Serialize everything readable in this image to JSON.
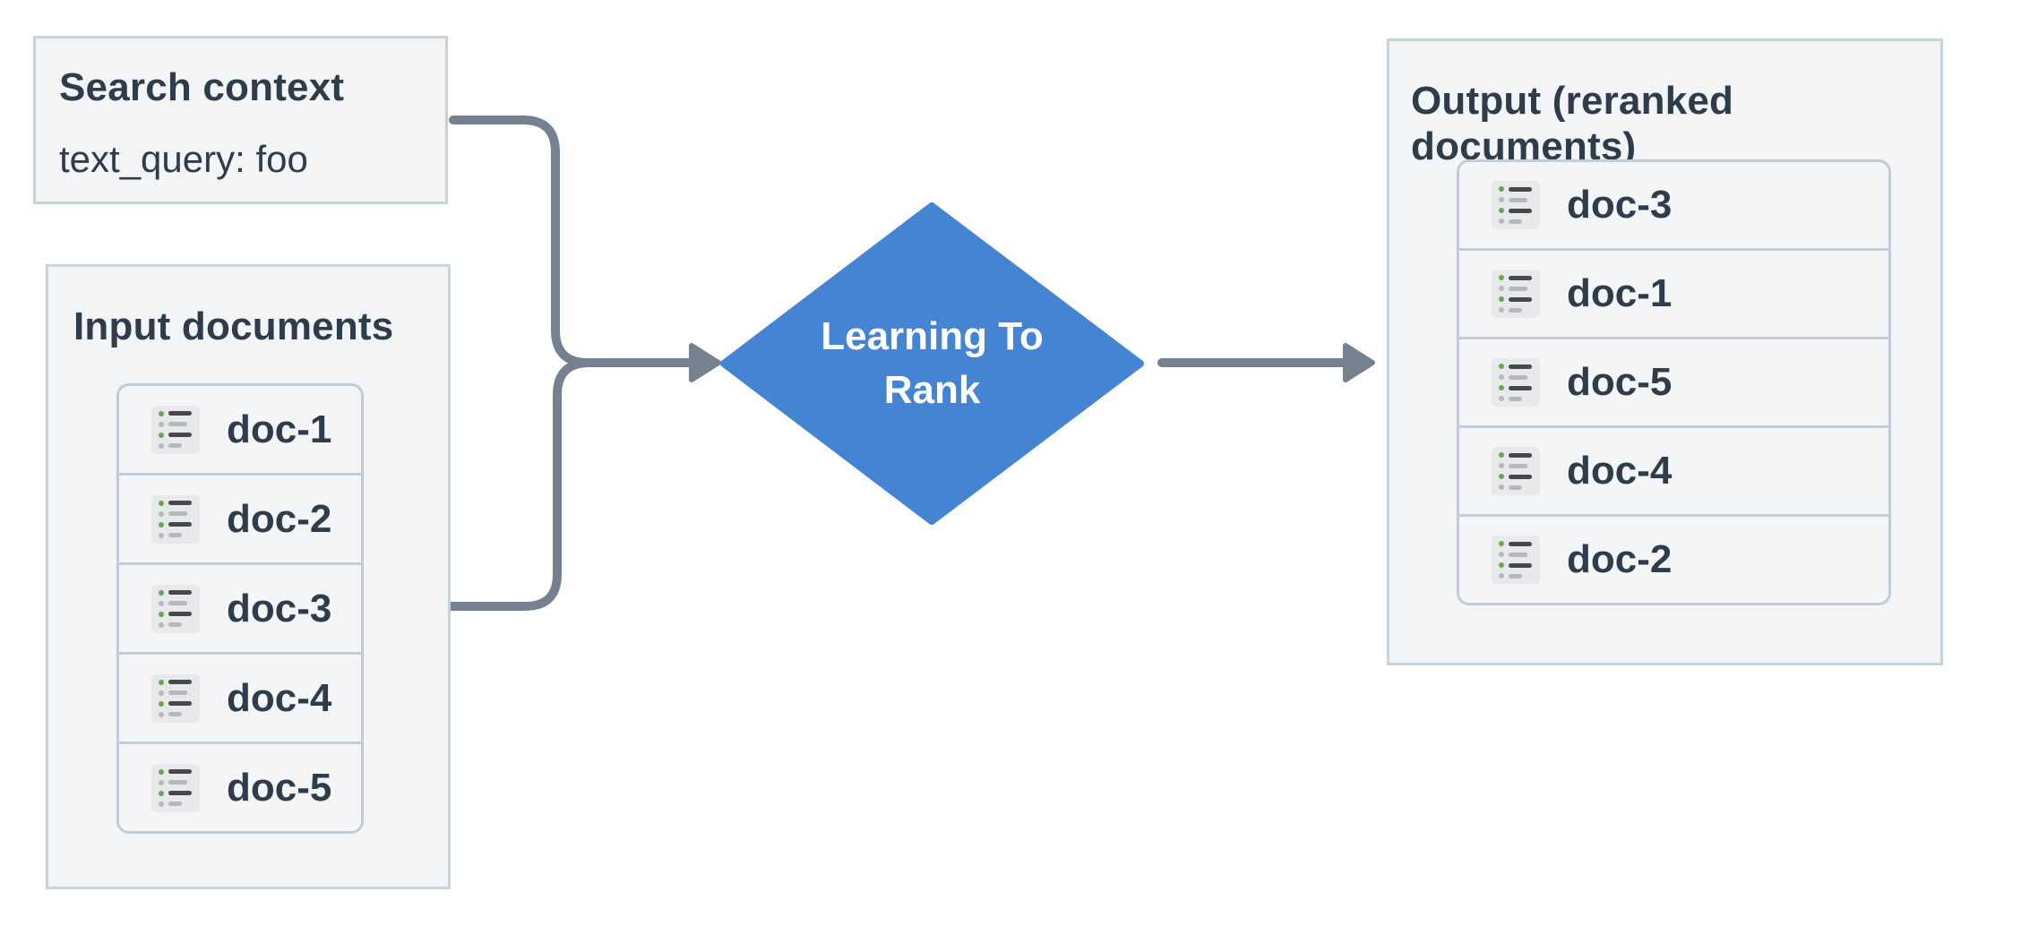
{
  "colors": {
    "box_bg": "#f2f4f6",
    "row_bg": "#f3f5f7",
    "box_border": "#c8d2da",
    "list_border": "#c2ccd6",
    "text": "#2e3c4b",
    "connector": "#76818f",
    "diamond_fill": "#4583d3",
    "diamond_text": "#ffffff",
    "icon_bg": "#e8e9ea",
    "icon_green": "#68a74d",
    "icon_gray": "#b6b9bc",
    "icon_dark": "#45484c"
  },
  "search_context": {
    "title": "Search context",
    "query": "text_query: foo"
  },
  "input_documents": {
    "title": "Input documents",
    "docs": [
      "doc-1",
      "doc-2",
      "doc-3",
      "doc-4",
      "doc-5"
    ]
  },
  "process": {
    "label_line1": "Learning To",
    "label_line2": "Rank"
  },
  "output_documents": {
    "title": "Output (reranked documents)",
    "docs": [
      "doc-3",
      "doc-1",
      "doc-5",
      "doc-4",
      "doc-2"
    ]
  },
  "icons": {
    "doc_row_icon": "list-icon"
  }
}
